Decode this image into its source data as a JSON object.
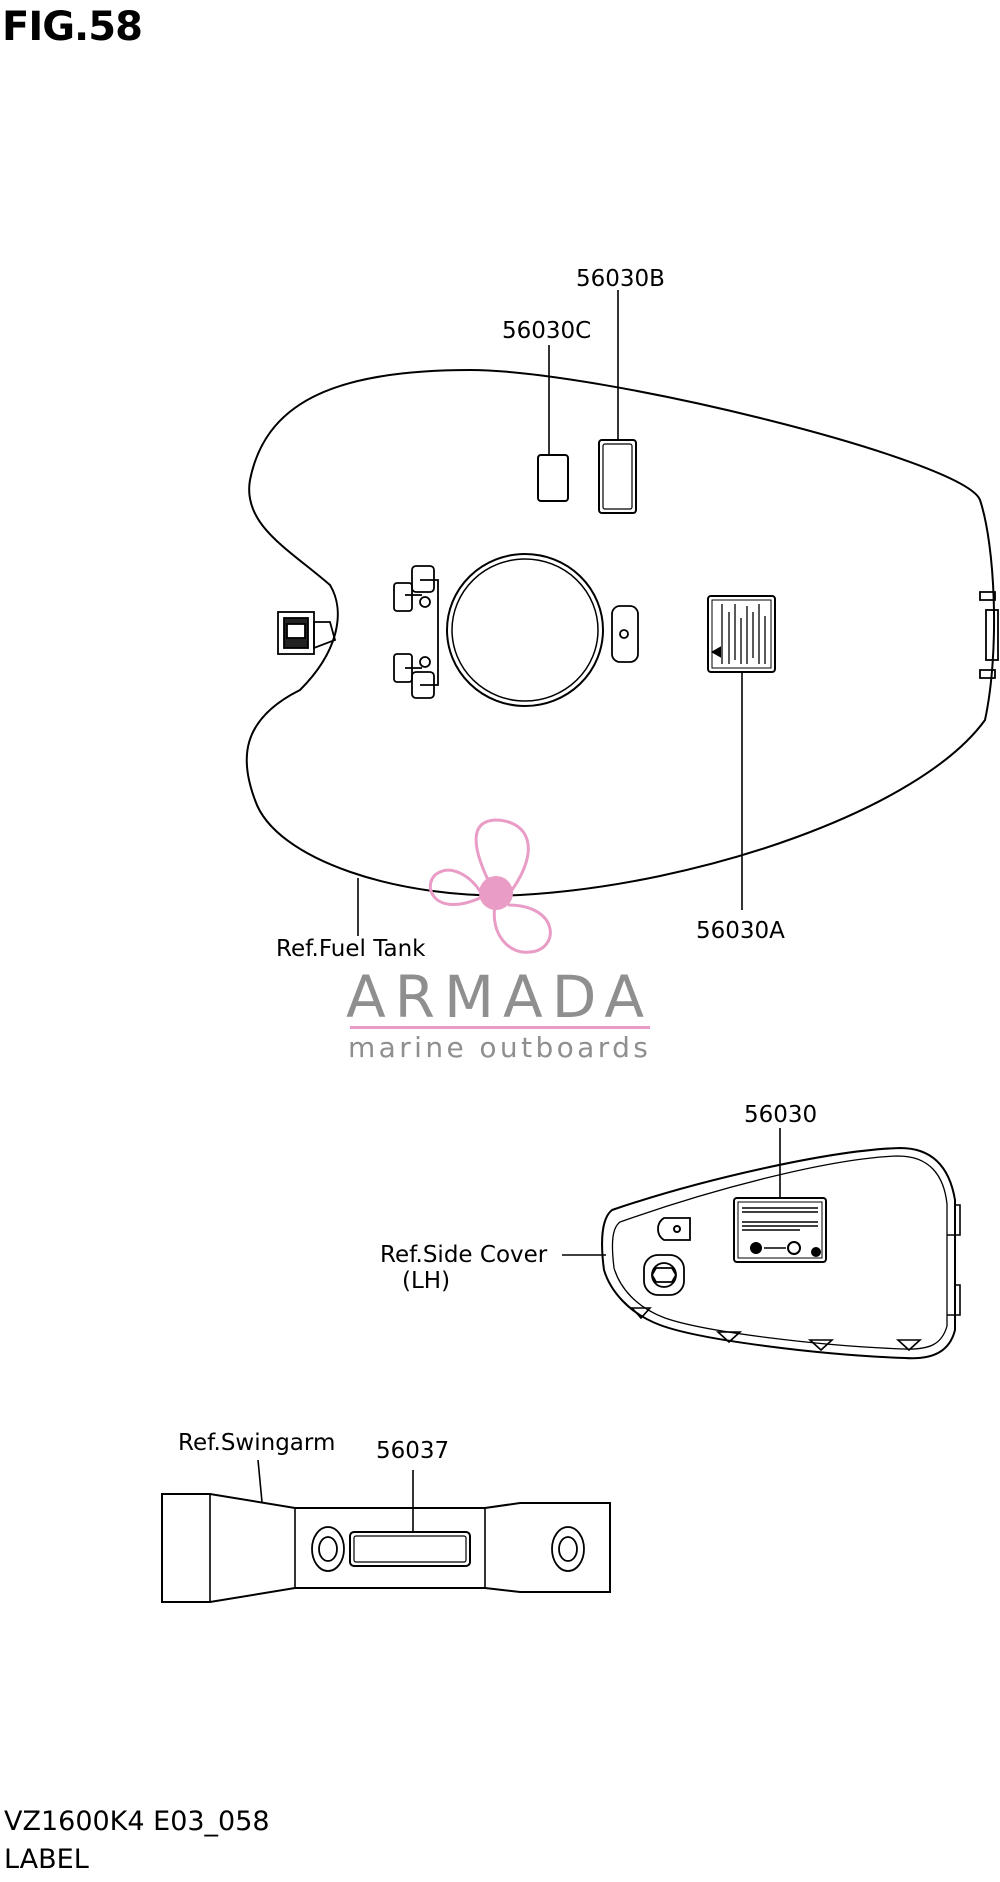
{
  "figure": {
    "title": "FIG.58"
  },
  "parts": {
    "p56030b": "56030B",
    "p56030c": "56030C",
    "p56030a": "56030A",
    "p56030": "56030",
    "p56037": "56037"
  },
  "references": {
    "fuel_tank": "Ref.Fuel Tank",
    "side_cover": "Ref.Side Cover",
    "side_cover_side": "(LH)",
    "swingarm": "Ref.Swingarm"
  },
  "watermark": {
    "name": "ARMADA",
    "tagline": "marine outboards",
    "accent_color": "#e89cc6",
    "text_color": "#8f8f8f"
  },
  "footer": {
    "model_code": "VZ1600K4 E03_058",
    "section": "LABEL"
  }
}
